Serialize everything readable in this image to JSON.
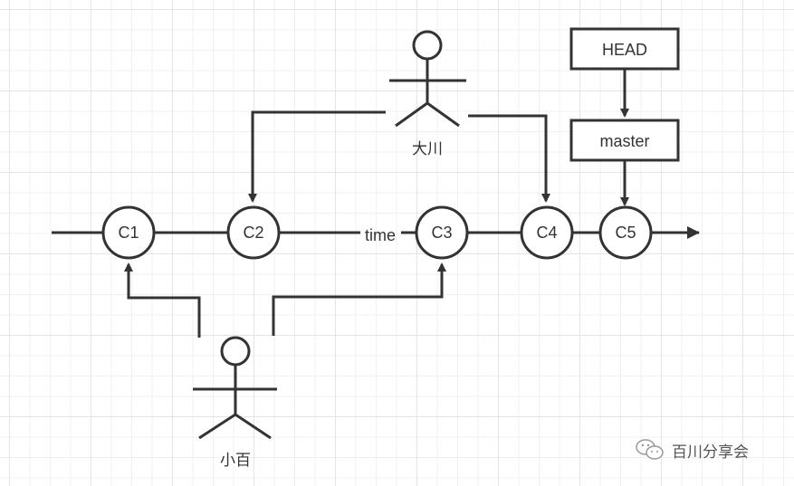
{
  "diagram": {
    "title": "Git commit timeline",
    "timeline_label": "time",
    "commits": [
      {
        "id": "C1",
        "label": "C1"
      },
      {
        "id": "C2",
        "label": "C2"
      },
      {
        "id": "C3",
        "label": "C3"
      },
      {
        "id": "C4",
        "label": "C4"
      },
      {
        "id": "C5",
        "label": "C5"
      }
    ],
    "refs": [
      {
        "label": "HEAD",
        "points_to": "master"
      },
      {
        "label": "master",
        "points_to": "C5"
      }
    ],
    "actors": [
      {
        "name": "大川",
        "commits": [
          "C2",
          "C4"
        ]
      },
      {
        "name": "小百",
        "commits": [
          "C1",
          "C3"
        ]
      }
    ],
    "colors": {
      "stroke": "#333333",
      "fill": "#ffffff",
      "grid": "#e4e4e4"
    }
  },
  "watermark": {
    "text": "百川分享会",
    "icon": "wechat-icon"
  }
}
